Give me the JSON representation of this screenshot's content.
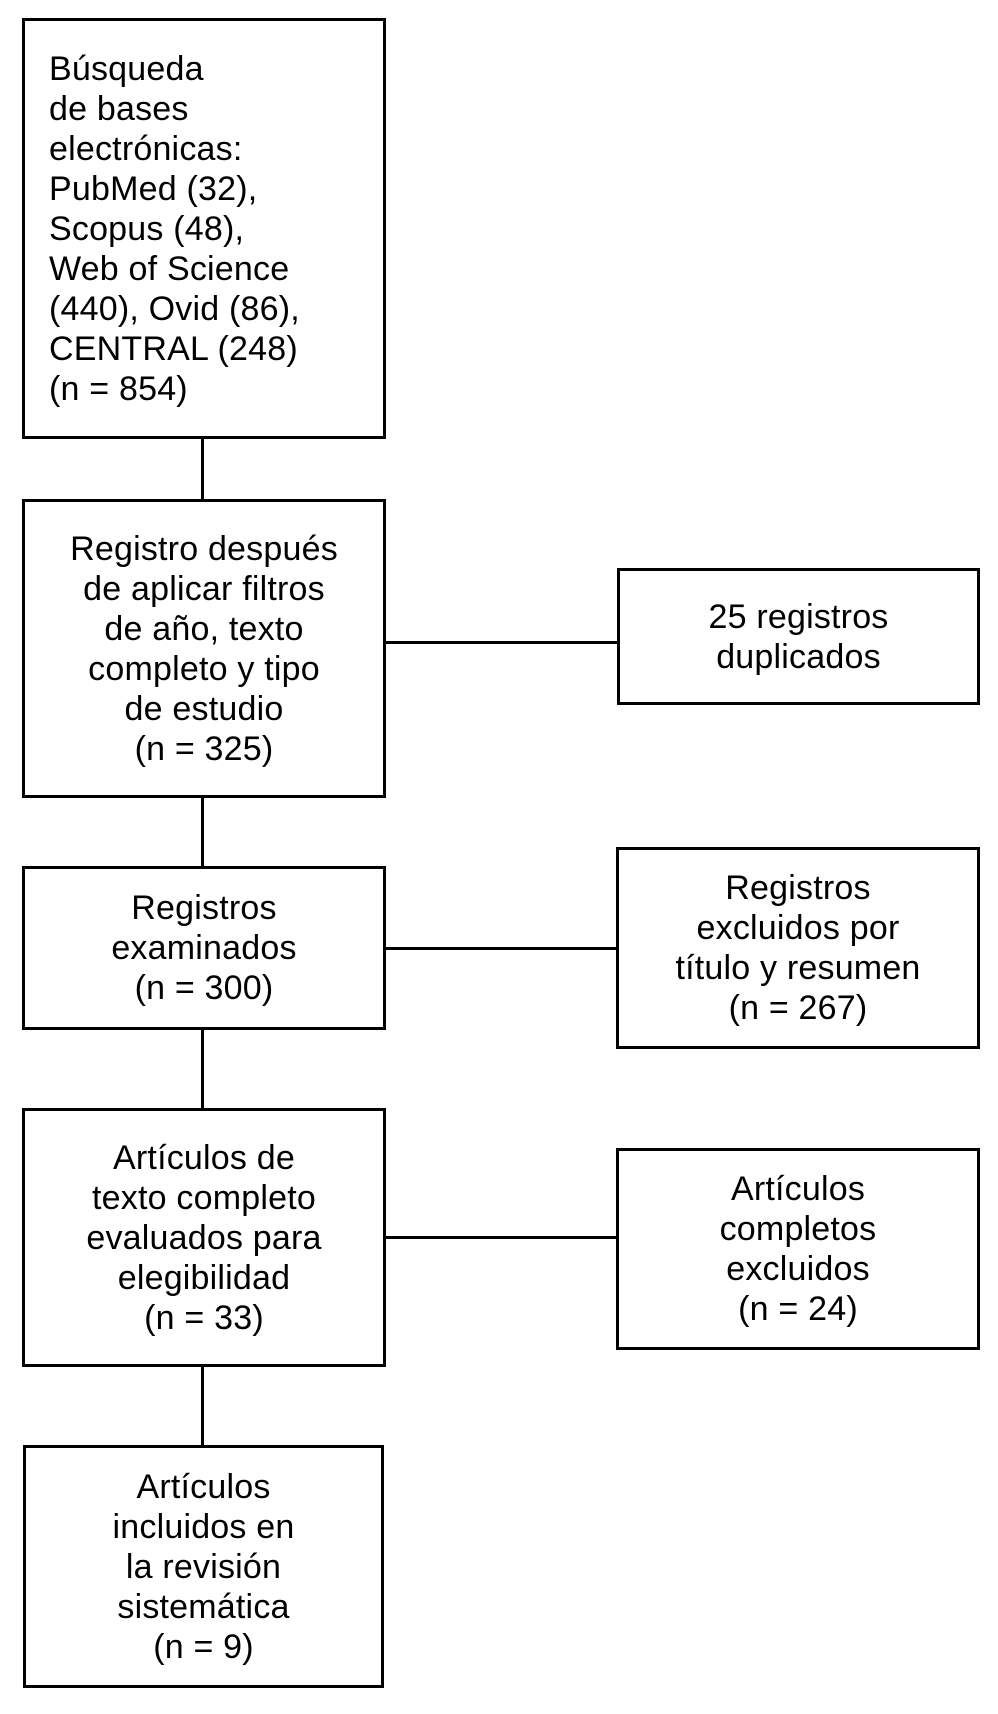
{
  "diagram": {
    "kind": "systematic-review-flowchart",
    "language": "es",
    "colors": {
      "background": "#ffffff",
      "box_fill": "#ffffff",
      "box_border": "#000000",
      "text": "#000000",
      "connector": "#000000"
    },
    "boxes": {
      "b1": {
        "text": "Búsqueda\nde bases\nelectrónicas:\nPubMed (32),\nScopus (48),\nWeb of Science\n(440), Ovid (86),\nCENTRAL (248)\n(n = 854)",
        "n": 854,
        "sources": [
          {
            "name": "PubMed",
            "count": 32
          },
          {
            "name": "Scopus",
            "count": 48
          },
          {
            "name": "Web of Science",
            "count": 440
          },
          {
            "name": "Ovid",
            "count": 86
          },
          {
            "name": "CENTRAL",
            "count": 248
          }
        ]
      },
      "b2": {
        "text": "Registro después\nde aplicar filtros\nde año, texto\ncompleto y tipo\nde estudio\n(n = 325)",
        "n": 325
      },
      "b3": {
        "text": "Registros\nexaminados\n(n = 300)",
        "n": 300
      },
      "b4": {
        "text": "Artículos de\ntexto completo\nevaluados para\nelegibilidad\n(n = 33)",
        "n": 33
      },
      "b5": {
        "text": "Artículos\nincluidos en\nla revisión\nsistemática\n(n = 9)",
        "n": 9
      },
      "r1": {
        "text": "25 registros\nduplicados",
        "n": 25
      },
      "r2": {
        "text": "Registros\nexcluidos por\ntítulo y resumen\n(n = 267)",
        "n": 267
      },
      "r3": {
        "text": "Artículos\ncompletos\nexcluidos\n(n = 24)",
        "n": 24
      }
    },
    "connections": [
      {
        "from": "b1",
        "to": "b2",
        "direction": "down"
      },
      {
        "from": "b2",
        "to": "b3",
        "direction": "down"
      },
      {
        "from": "b3",
        "to": "b4",
        "direction": "down"
      },
      {
        "from": "b4",
        "to": "b5",
        "direction": "down"
      },
      {
        "from": "b2",
        "to": "r1",
        "direction": "right"
      },
      {
        "from": "b3",
        "to": "r2",
        "direction": "right"
      },
      {
        "from": "b4",
        "to": "r3",
        "direction": "right"
      }
    ]
  }
}
